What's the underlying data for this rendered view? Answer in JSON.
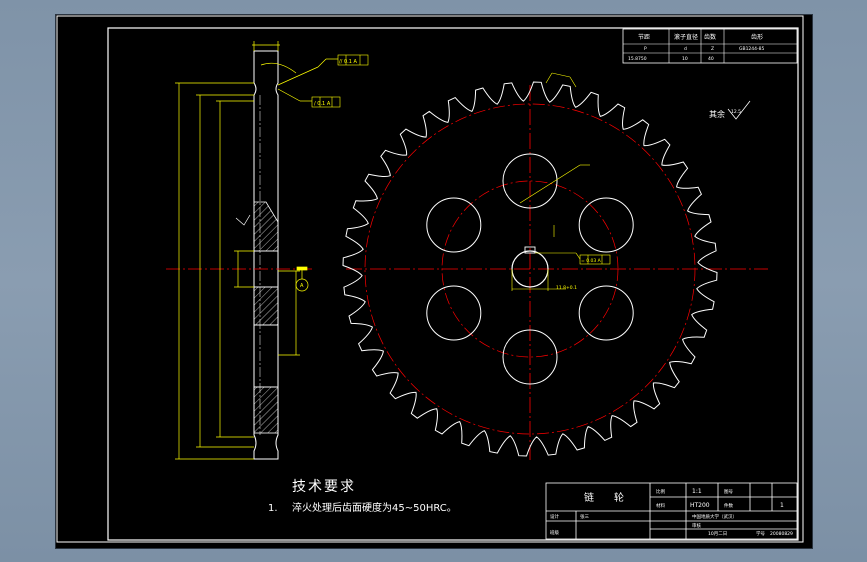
{
  "colors": {
    "background": "#000000",
    "outline": "#ffffff",
    "dimension": "#ffff00",
    "centerline": "#ff0000",
    "hatch": "#ffffff"
  },
  "param_table": {
    "headers": [
      "节距",
      "滚子直径",
      "齿数",
      "齿形"
    ],
    "rows": [
      [
        "P",
        "d",
        "Z",
        "GB1244-85"
      ],
      [
        "15.8750",
        "10",
        "40",
        ""
      ]
    ]
  },
  "surface_finish": {
    "label": "其余",
    "value": "12.5"
  },
  "tech_requirements": {
    "title": "技术要求",
    "items": [
      {
        "num": "1.",
        "text": "淬火处理后齿面硬度为45~50HRC。"
      }
    ]
  },
  "title_block": {
    "part_name": "链　　轮",
    "rows": [
      {
        "label": "比例",
        "value": "1:1",
        "label2": "图号",
        "value2": ""
      },
      {
        "label": "材料",
        "value": "HT200",
        "label2": "件数",
        "value2": "1"
      }
    ],
    "designer_label": "设计",
    "designer_value": "张三",
    "school": "中国地质大学（武汉）",
    "class_label": "班级",
    "check_label": "审核",
    "check_date": "10月二日",
    "student_label": "学号",
    "student_value": "20080829"
  },
  "annotations": {
    "gd_flatness": "// 0.1 A",
    "gd_runout": "/ 0.1 A",
    "gd_sym": "= 0.03 A",
    "datum": "A",
    "keyway_dim": "11.8+0.1"
  }
}
